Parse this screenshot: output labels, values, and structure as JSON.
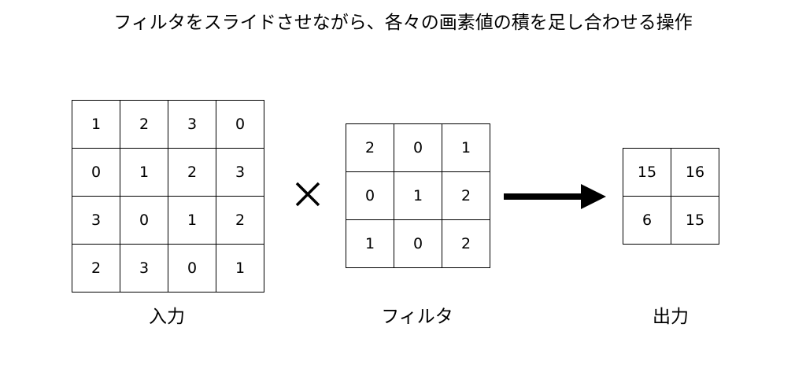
{
  "title": "フィルタをスライドさせながら、各々の画素値の積を足し合わせる操作",
  "input": {
    "label": "入力",
    "rows": [
      [
        "1",
        "2",
        "3",
        "0"
      ],
      [
        "0",
        "1",
        "2",
        "3"
      ],
      [
        "3",
        "0",
        "1",
        "2"
      ],
      [
        "2",
        "3",
        "0",
        "1"
      ]
    ]
  },
  "filter": {
    "label": "フィルタ",
    "rows": [
      [
        "2",
        "0",
        "1"
      ],
      [
        "0",
        "1",
        "2"
      ],
      [
        "1",
        "0",
        "2"
      ]
    ]
  },
  "output": {
    "label": "出力",
    "rows": [
      [
        "15",
        "16"
      ],
      [
        "6",
        "15"
      ]
    ]
  },
  "operator_icon": "multiply-icon",
  "arrow_icon": "arrow-right-icon",
  "colors": {
    "stroke": "#000000",
    "background": "#ffffff"
  }
}
